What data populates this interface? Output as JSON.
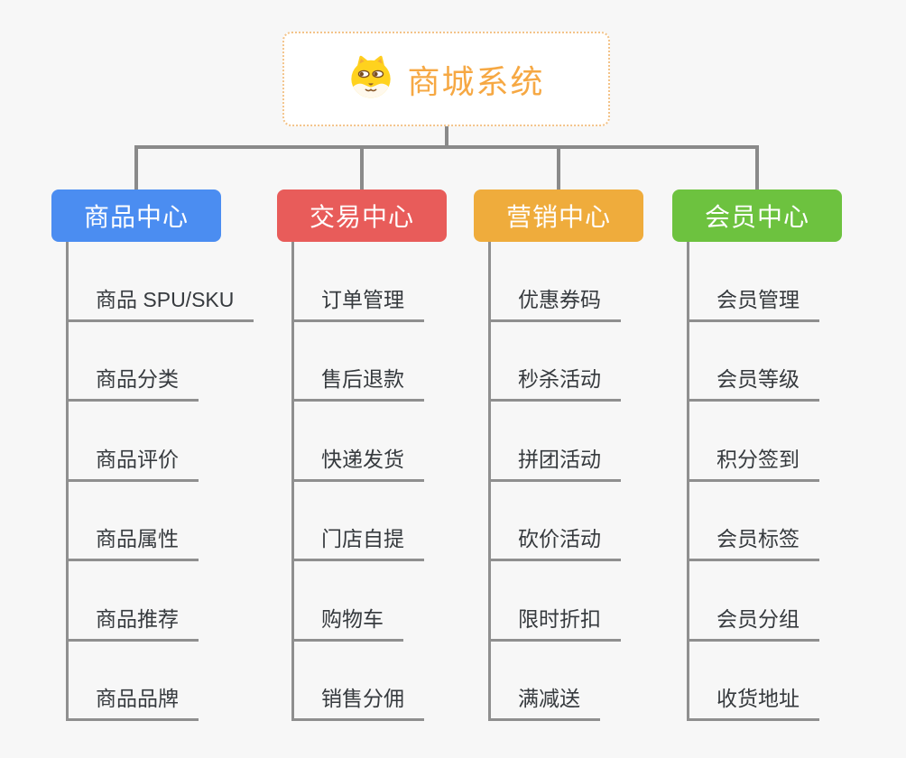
{
  "canvas": {
    "background": "#f7f7f7",
    "connector_color": "#8a8a8a"
  },
  "root": {
    "label": "商城系统",
    "icon": "shiba-dog-icon",
    "text_color": "#f6a843",
    "border_color": "#f3c389"
  },
  "branches": [
    {
      "label": "商品中心",
      "color": "#4b8df1",
      "children": [
        "商品 SPU/SKU",
        "商品分类",
        "商品评价",
        "商品属性",
        "商品推荐",
        "商品品牌"
      ]
    },
    {
      "label": "交易中心",
      "color": "#e85c5a",
      "children": [
        "订单管理",
        "售后退款",
        "快递发货",
        "门店自提",
        "购物车",
        "销售分佣"
      ]
    },
    {
      "label": "营销中心",
      "color": "#efac3c",
      "children": [
        "优惠券码",
        "秒杀活动",
        "拼团活动",
        "砍价活动",
        "限时折扣",
        "满减送"
      ]
    },
    {
      "label": "会员中心",
      "color": "#6dc23f",
      "children": [
        "会员管理",
        "会员等级",
        "积分签到",
        "会员标签",
        "会员分组",
        "收货地址"
      ]
    }
  ]
}
